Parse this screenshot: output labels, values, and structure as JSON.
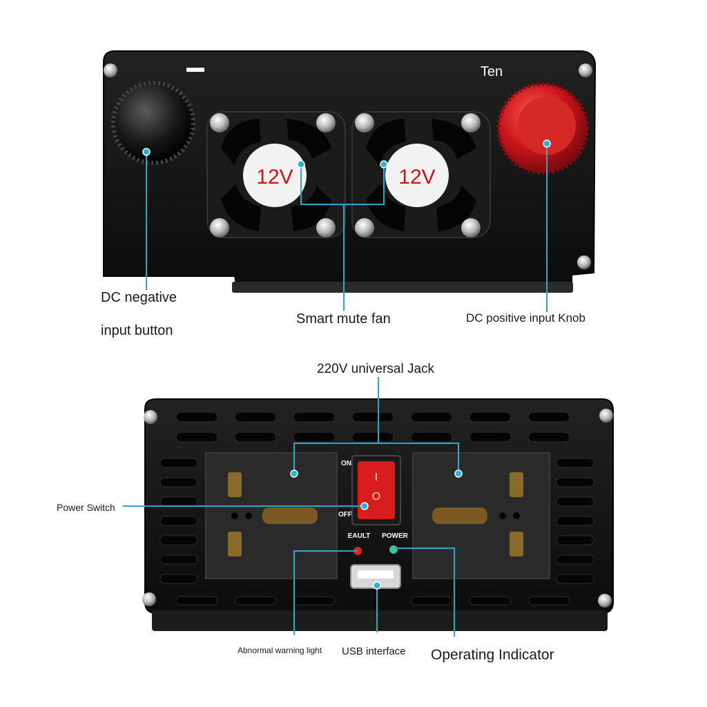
{
  "top_panel": {
    "minus_mark": "—",
    "plus_mark": "Ten",
    "fan_left_label": "12V",
    "fan_right_label": "12V"
  },
  "bottom_panel": {
    "switch_on": "ON",
    "switch_off": "OFF",
    "switch_symbol_on": "I",
    "switch_symbol_off": "O",
    "fault_label": "EAULT",
    "power_label": "POWER"
  },
  "callouts": {
    "dc_negative_line1": "DC negative",
    "dc_negative_line2": "input button",
    "smart_fan": "Smart mute fan",
    "dc_positive": "DC positive input Knob",
    "jack": "220V universal Jack",
    "power_switch": "Power Switch",
    "warning_light": "Abnormal warning light",
    "usb": "USB interface",
    "operating_indicator": "Operating Indicator"
  },
  "colors": {
    "callout_line": "#2aa9c8",
    "panel": "#141414",
    "knob_red": "#c8141a",
    "switch_red": "#d91c1c"
  }
}
